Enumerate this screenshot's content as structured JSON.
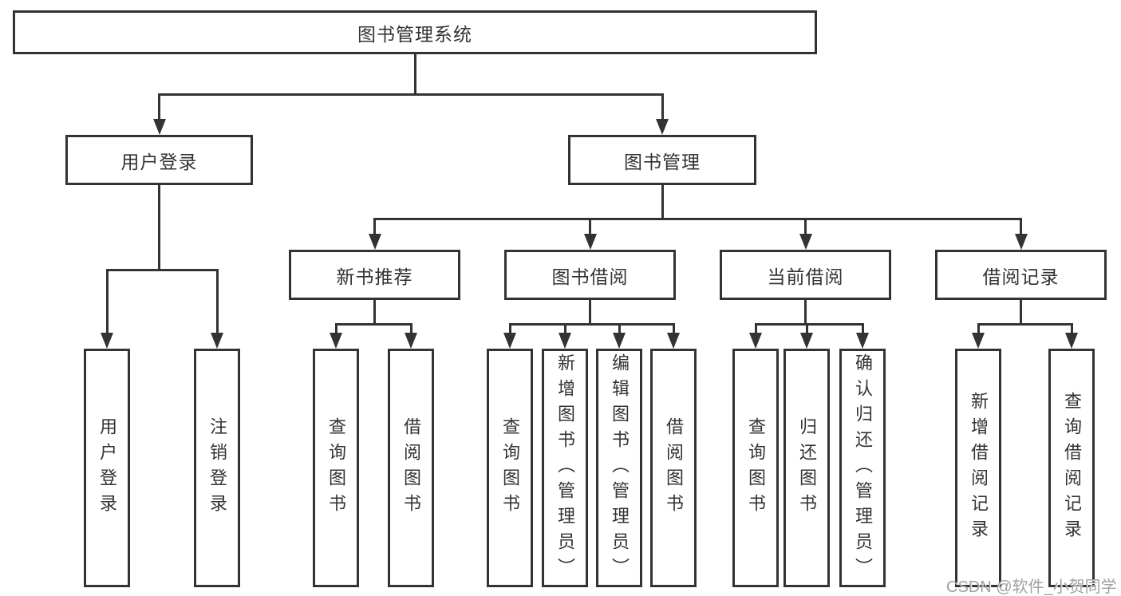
{
  "colors": {
    "line": "#333333",
    "text": "#333333",
    "background": "#ffffff",
    "watermark": "#a0a0a0"
  },
  "watermark": {
    "text": "CSDN @软件_小贺同学"
  },
  "tree": {
    "label": "图书管理系统",
    "children": [
      {
        "label": "用户登录",
        "children": [
          {
            "label": "用户登录"
          },
          {
            "label": "注销登录"
          }
        ]
      },
      {
        "label": "图书管理",
        "children": [
          {
            "label": "新书推荐",
            "children": [
              {
                "label": "查询图书"
              },
              {
                "label": "借阅图书"
              }
            ]
          },
          {
            "label": "图书借阅",
            "children": [
              {
                "label": "查询图书"
              },
              {
                "label": "新增图书（管理员）"
              },
              {
                "label": "编辑图书（管理员）"
              },
              {
                "label": "借阅图书"
              }
            ]
          },
          {
            "label": "当前借阅",
            "children": [
              {
                "label": "查询图书"
              },
              {
                "label": "归还图书"
              },
              {
                "label": "确认归还（管理员）"
              }
            ]
          },
          {
            "label": "借阅记录",
            "children": [
              {
                "label": "新增借阅记录"
              },
              {
                "label": "查询借阅记录"
              }
            ]
          }
        ]
      }
    ]
  }
}
